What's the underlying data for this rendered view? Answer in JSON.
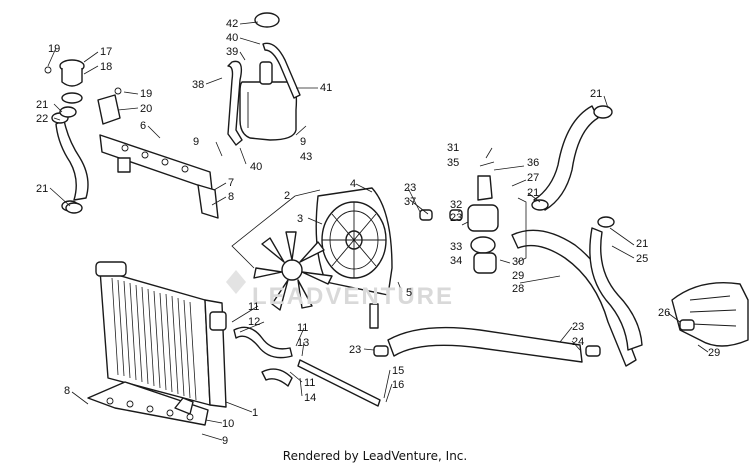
{
  "watermark": "LEADVENTURE",
  "footer": "Rendered by LeadVenture, Inc.",
  "labels": {
    "l_42": "42",
    "l_40a": "40",
    "l_39": "39",
    "l_38": "38",
    "l_41": "41",
    "l_9a": "9",
    "l_43": "43",
    "l_9b": "9",
    "l_40b": "40",
    "l_19a": "19",
    "l_17": "17",
    "l_18": "18",
    "l_19b": "19",
    "l_20": "20",
    "l_21a": "21",
    "l_22": "22",
    "l_6": "6",
    "l_21b": "21",
    "l_7": "7",
    "l_8a": "8",
    "l_2": "2",
    "l_4": "4",
    "l_3": "3",
    "l_5": "5",
    "l_23a": "23",
    "l_37": "37",
    "l_23b": "23",
    "l_31": "31",
    "l_35": "35",
    "l_36": "36",
    "l_27": "27",
    "l_21c": "21",
    "l_32": "32",
    "l_23c": "23",
    "l_33": "33",
    "l_34": "34",
    "l_30": "30",
    "l_29a": "29",
    "l_28": "28",
    "l_21d": "21",
    "l_21e": "21",
    "l_25": "25",
    "l_11a": "11",
    "l_12": "12",
    "l_11b": "11",
    "l_13": "13",
    "l_11c": "11",
    "l_14": "14",
    "l_15": "15",
    "l_16": "16",
    "l_23e": "23",
    "l_24": "24",
    "l_26": "26",
    "l_29b": "29",
    "l_8b": "8",
    "l_1": "1",
    "l_10": "10",
    "l_9c": "9"
  }
}
